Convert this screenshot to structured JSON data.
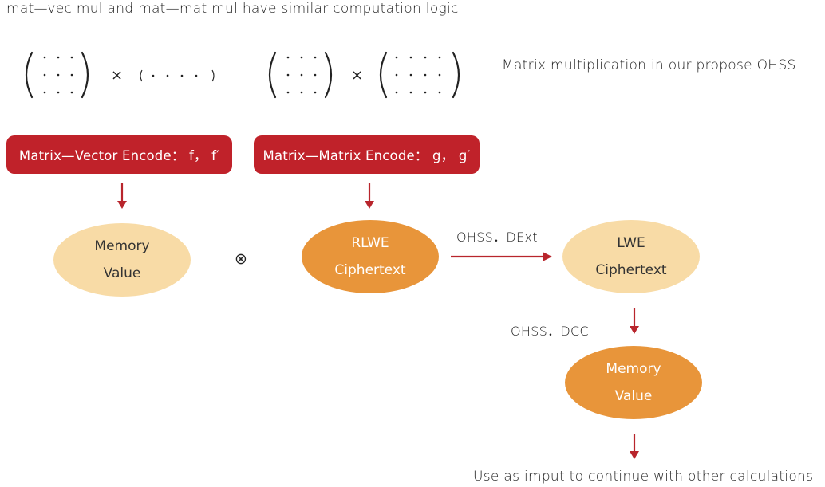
{
  "header_text": "mat—vec mul and mat—mat mul have similar computation logic",
  "caption": "Matrix multiplication in our propose OHSS",
  "times_symbol": "×",
  "encode_vec": "Matrix—Vector Encode： f， f′",
  "encode_mat": "Matrix—Matrix Encode： g， g′",
  "memory_value_1": {
    "line1": "Memory",
    "line2": "Value"
  },
  "otimes": "⊗",
  "rlwe": {
    "line1": "RLWE",
    "line2": "Ciphertext"
  },
  "dext_label": "OHSS．DExt",
  "lwe": {
    "line1": "LWE",
    "line2": "Ciphertext"
  },
  "dcc_label": "OHSS．DCC",
  "memory_value_2": {
    "line1": "Memory",
    "line2": "Value"
  },
  "footer_text": "Use as imput to continue with other calculations",
  "colors": {
    "banner": "#c0222a",
    "arrow": "#b8252c",
    "ellipse_light": "#f8dba6",
    "ellipse_dark": "#e8953a"
  }
}
